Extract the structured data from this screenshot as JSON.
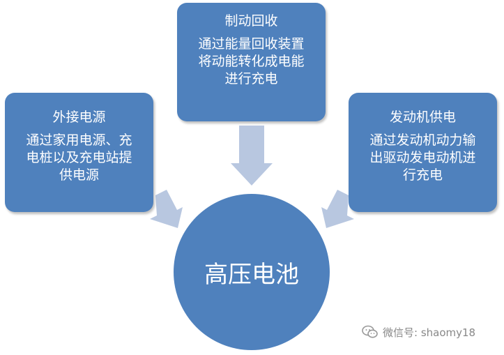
{
  "nodes": {
    "left": {
      "title": "外接电源",
      "desc": "通过家用电源、充\n电桩以及充电站提\n供电源"
    },
    "top": {
      "title": "制动回收",
      "desc": "通过能量回收装置\n将动能转化成电能\n进行充电"
    },
    "right": {
      "title": "发动机供电",
      "desc": "通过发动机动力输\n出驱动发电动机进\n行充电"
    },
    "center": {
      "label": "高压电池"
    }
  },
  "watermark": {
    "text": "微信号: shaomy18",
    "icon": "wechat-icon"
  },
  "colors": {
    "node_fill": "#4f81bd",
    "arrow_fill": "#b8c7e0",
    "text": "#ffffff"
  }
}
